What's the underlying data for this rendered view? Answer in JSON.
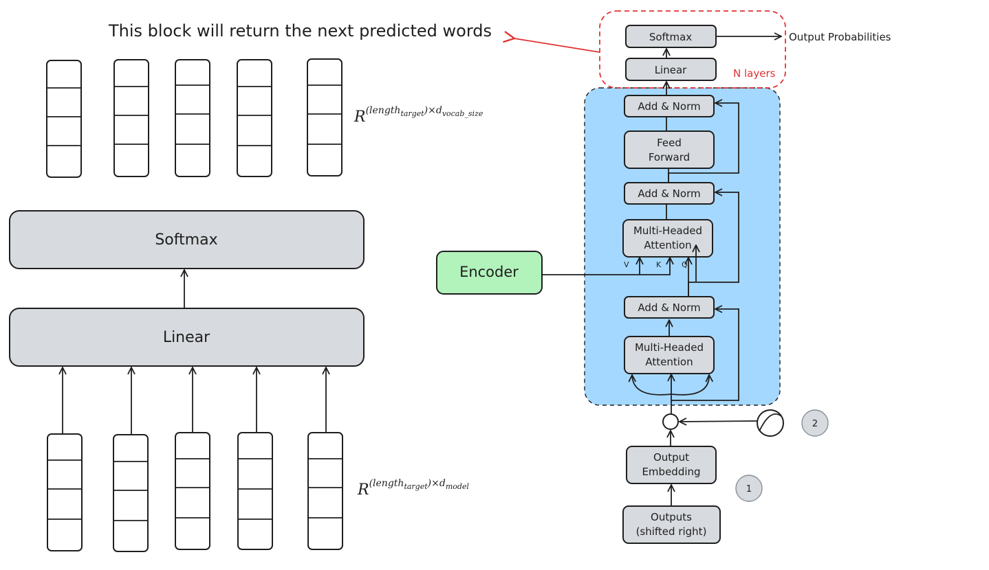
{
  "left": {
    "annotation": "This block will return the next predicted words",
    "softmax_label": "Softmax",
    "linear_label": "Linear",
    "top_dim_base": "R",
    "top_dim_sup": "(length",
    "top_dim_sub1": "target",
    "top_dim_sup2": ")×d",
    "top_dim_sub2": "vocab_size",
    "bottom_dim_base": "R",
    "bottom_dim_sup": "(length",
    "bottom_dim_sub1": "target",
    "bottom_dim_sup2": ")×d",
    "bottom_dim_sub2": "model"
  },
  "right": {
    "softmax": "Softmax",
    "linear": "Linear",
    "output_probs": "Output Probabilities",
    "n_layers": "N layers",
    "add_norm_1": "Add & Norm",
    "feed_forward_1": "Feed",
    "feed_forward_2": "Forward",
    "add_norm_2": "Add & Norm",
    "mha_1_line1": "Multi-Headed",
    "mha_1_line2": "Attention",
    "v": "V",
    "k": "K",
    "q": "Q",
    "encoder": "Encoder",
    "add_norm_3": "Add & Norm",
    "mha_2_line1": "Multi-Headed",
    "mha_2_line2": "Attention",
    "output_embedding_1": "Output",
    "output_embedding_2": "Embedding",
    "outputs_1": "Outputs",
    "outputs_2": "(shifted right)",
    "badge_1": "1",
    "badge_2": "2"
  },
  "colors": {
    "block_fill": "#a5d8ff",
    "encoder_fill": "#b2f2bb",
    "box_fill": "#d7dade",
    "highlight": "#e03131"
  }
}
